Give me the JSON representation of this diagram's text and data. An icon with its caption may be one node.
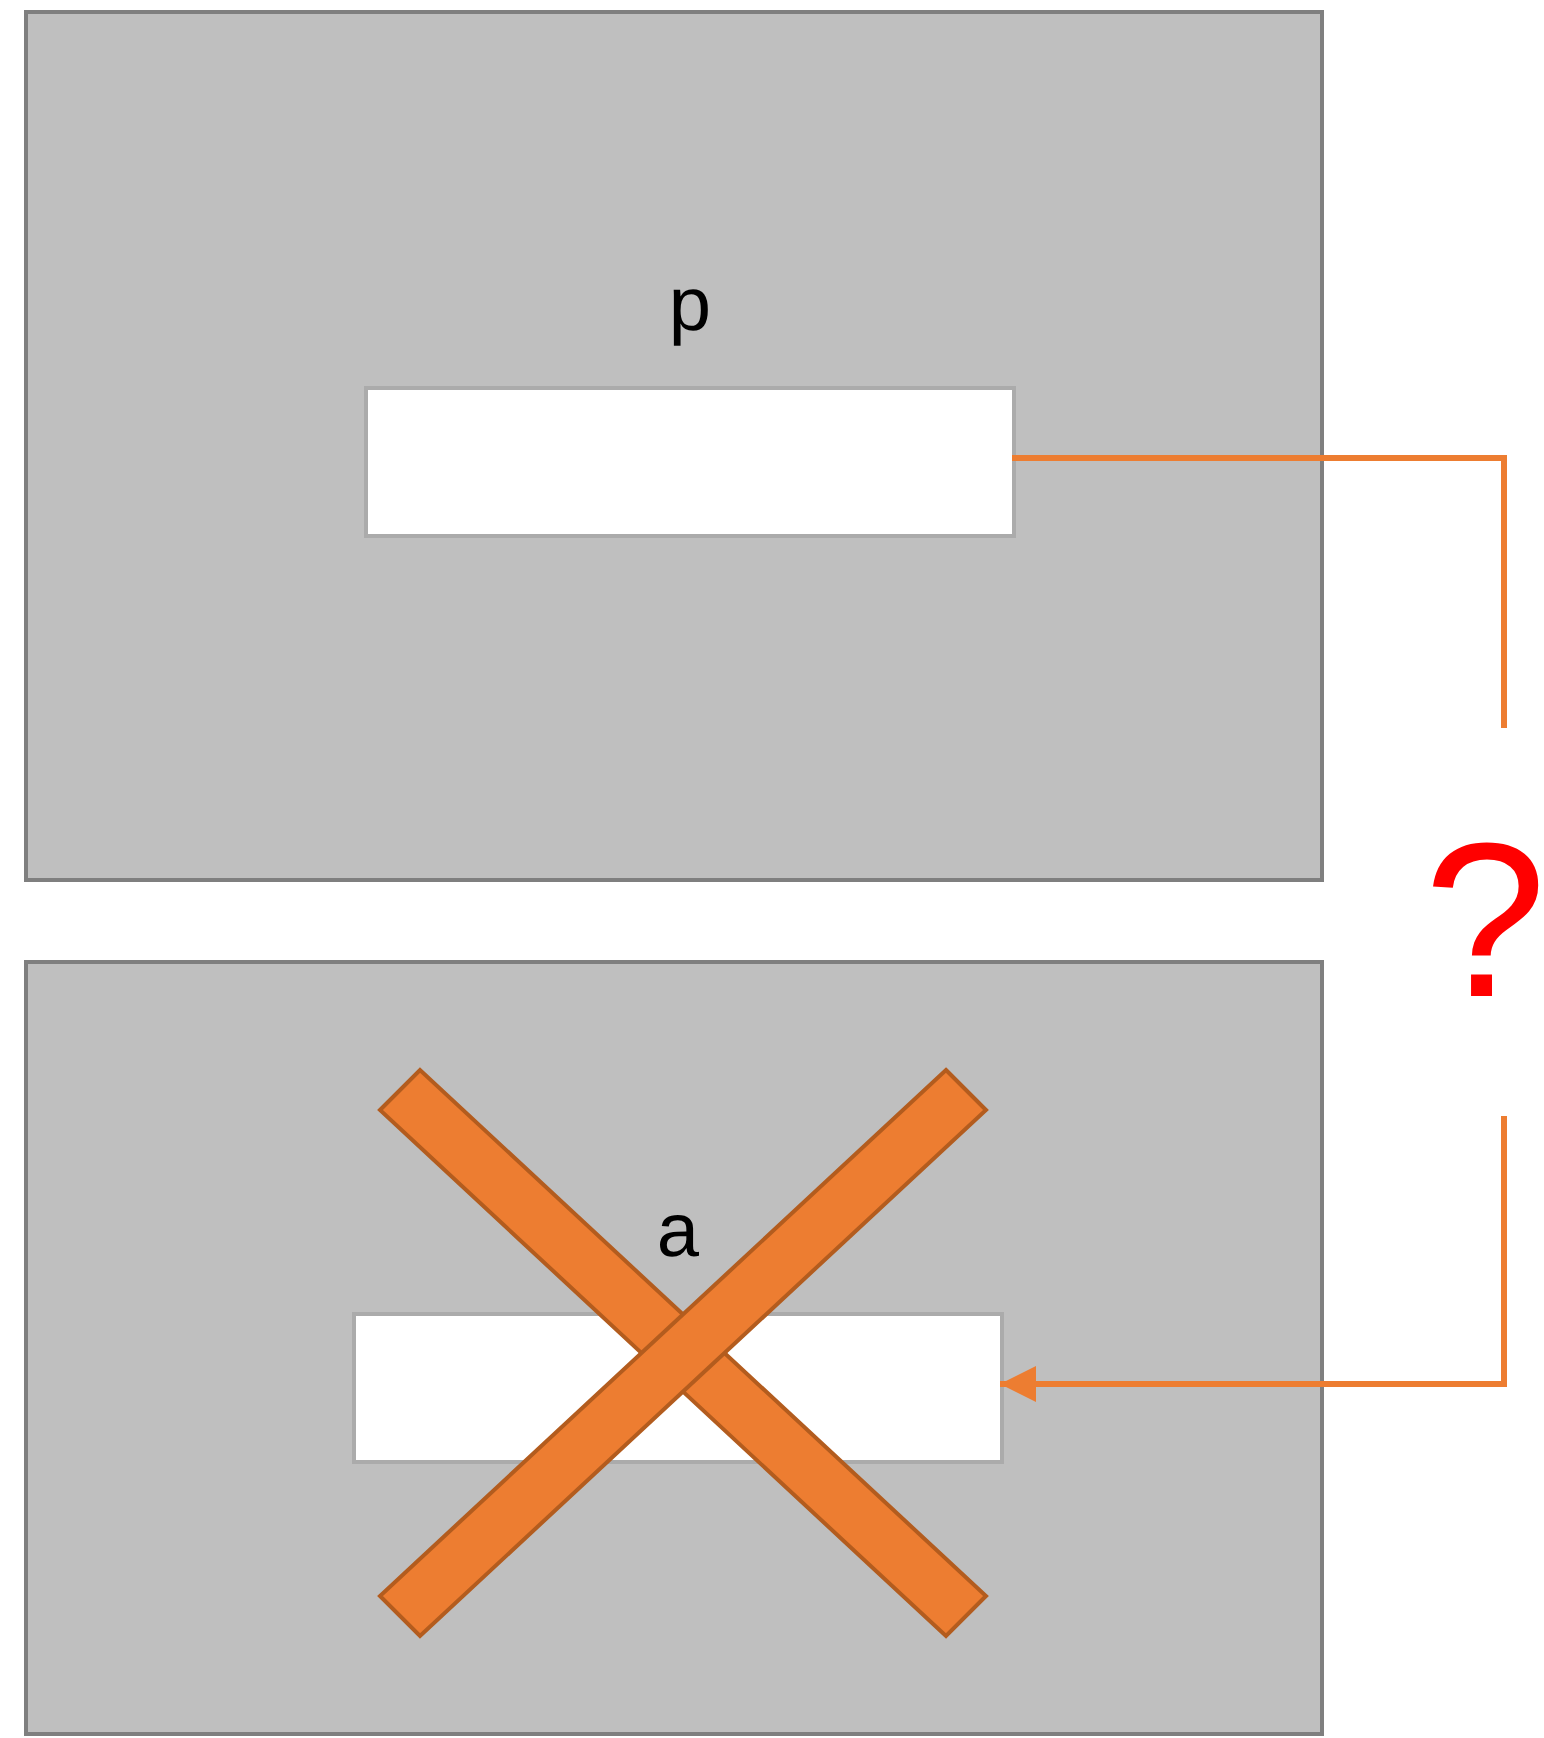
{
  "diagram": {
    "nodes": [
      {
        "text": [],
        "shape": "box"
      },
      {
        "text": [
          "p"
        ],
        "in": 0
      },
      {
        "text": [],
        "shape": "box"
      },
      {
        "text": [
          "a"
        ],
        "in": 2
      }
    ],
    "edges": [
      {
        "from": 1,
        "to": 3,
        "arrow": "to",
        "label": "?"
      }
    ]
  }
}
